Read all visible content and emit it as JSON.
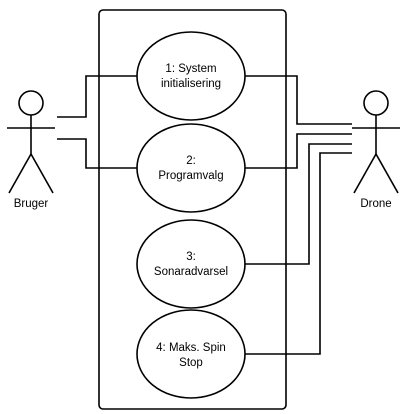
{
  "actors": {
    "left": {
      "label": "Bruger"
    },
    "right": {
      "label": "Drone"
    }
  },
  "use_cases": [
    {
      "line1": "1: System",
      "line2": "initialisering"
    },
    {
      "line1": "2:",
      "line2": "Programvalg"
    },
    {
      "line1": "3:",
      "line2": "Sonaradvarsel"
    },
    {
      "line1": "4: Maks. Spin",
      "line2": "Stop"
    }
  ],
  "colors": {
    "stroke": "#000000",
    "background": "#ffffff"
  }
}
